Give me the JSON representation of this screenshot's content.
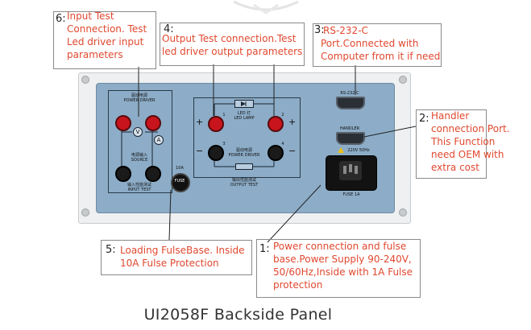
{
  "callouts": {
    "c1": {
      "num": "1:",
      "text": "Power connection and fulse base.Power Supply 90-240V, 50/60Hz,Inside with 1A Fulse protection"
    },
    "c2": {
      "num": "2:",
      "text": "Handler connection Port. This Function need OEM with extra cost"
    },
    "c3": {
      "num": "3:",
      "text": "RS-232-C Port.Connected with Computer from it if need"
    },
    "c4": {
      "num": "4:",
      "text": "Output Test connection.Test led driver output parameters"
    },
    "c5": {
      "num": "5:",
      "text": "Loading  FulseBase. Inside 10A Fulse Protection"
    },
    "c6": {
      "num": "6:",
      "text": "Input Test Connection. Test Led driver input parameters"
    }
  },
  "panel_labels": {
    "power_driver_cn": "驱动电源",
    "power_driver": "POWER DRIVER",
    "source_cn": "电源输入",
    "source": "SOURCE",
    "input_test_cn": "输入性能测试",
    "input_test": "INPUT TEST",
    "fuse_10a": "10A",
    "fuse": "FUSE",
    "led_lamp_cn": "LED 灯",
    "led_lamp": "LED LAMP",
    "out_power_driver_cn": "驱动电源",
    "out_power_driver": "POWER DRIVER",
    "output_test_cn": "输出性能测试",
    "output_test": "OUTPUT TEST",
    "rs232": "RS-232-C",
    "handler": "HANDLER",
    "voltage": "220V 50Hz",
    "fuse_1a": "FUSE 1A",
    "v": "V",
    "a": "A",
    "plus": "+",
    "minus": "−",
    "t1": "1",
    "t2": "2",
    "t3": "3",
    "t4": "4"
  },
  "caption": "UI2058F Backside Panel",
  "colors": {
    "callout_text": "#e0482f",
    "panel": "#8cacc7",
    "red_terminal": "#c8141c",
    "black_terminal": "#1a1a1a"
  },
  "icons": [
    "red-terminal-icon",
    "black-terminal-icon",
    "voltmeter-icon",
    "ammeter-icon",
    "db9-port-icon",
    "power-socket-icon",
    "fuse-holder-icon",
    "diode-icon",
    "resistor-icon"
  ]
}
